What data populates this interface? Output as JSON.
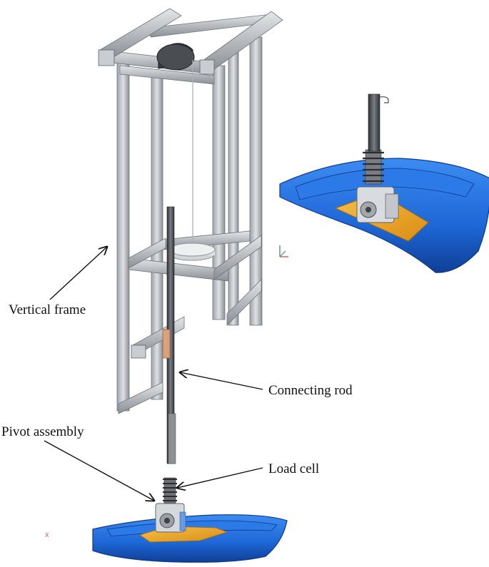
{
  "labels": {
    "vertical_frame": "Vertical frame",
    "connecting_rod": "Connecting rod",
    "pivot_assembly": "Pivot assembly",
    "load_cell": "Load cell"
  },
  "stray_mark": "x",
  "colors": {
    "frame": "#b9bdc2",
    "frame_dark": "#7f848a",
    "hull": "#1f6fe0",
    "hull_dark": "#134fae",
    "plate": "#f0a92a",
    "rod": "#4a4d52",
    "load_cell_block": "#d9a27a",
    "stray_mark": "#e06060"
  },
  "icons": [
    "pulley-wheel-icon",
    "weight-disc-icon",
    "spring-icon",
    "pivot-bearing-icon",
    "axis-triad-icon"
  ]
}
